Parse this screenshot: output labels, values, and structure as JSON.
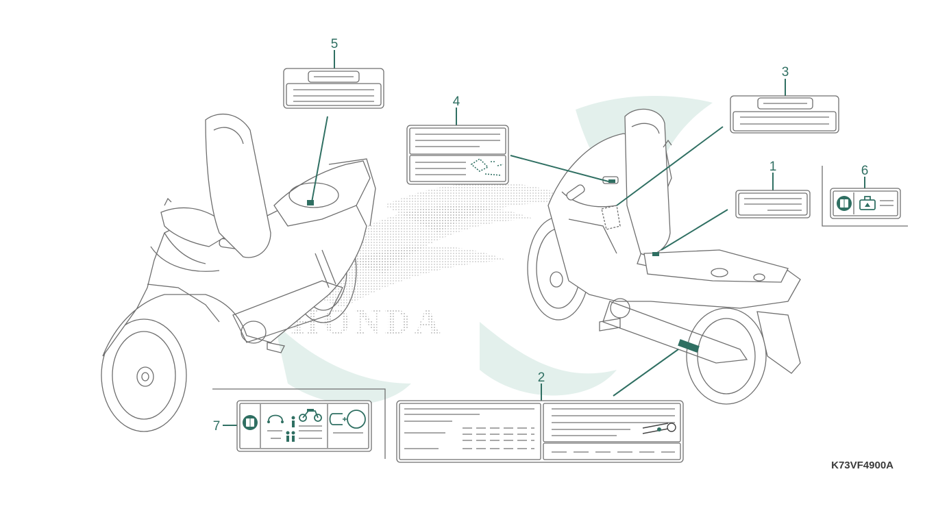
{
  "diagram": {
    "part_code": "K73VF4900A",
    "brand_watermark": "HONDA",
    "callouts": [
      "1",
      "2",
      "3",
      "4",
      "5",
      "6",
      "7"
    ],
    "colors": {
      "callout_line": "#2f6f62",
      "drawing_line": "#6e6e6e",
      "watermark": "#dfeee9"
    },
    "icons": [
      "manual-book-icon",
      "helmet-icon",
      "rider-icon",
      "motorcycle-icon",
      "passenger-icon",
      "chain-icon",
      "battery-icon",
      "tool-icon"
    ]
  }
}
